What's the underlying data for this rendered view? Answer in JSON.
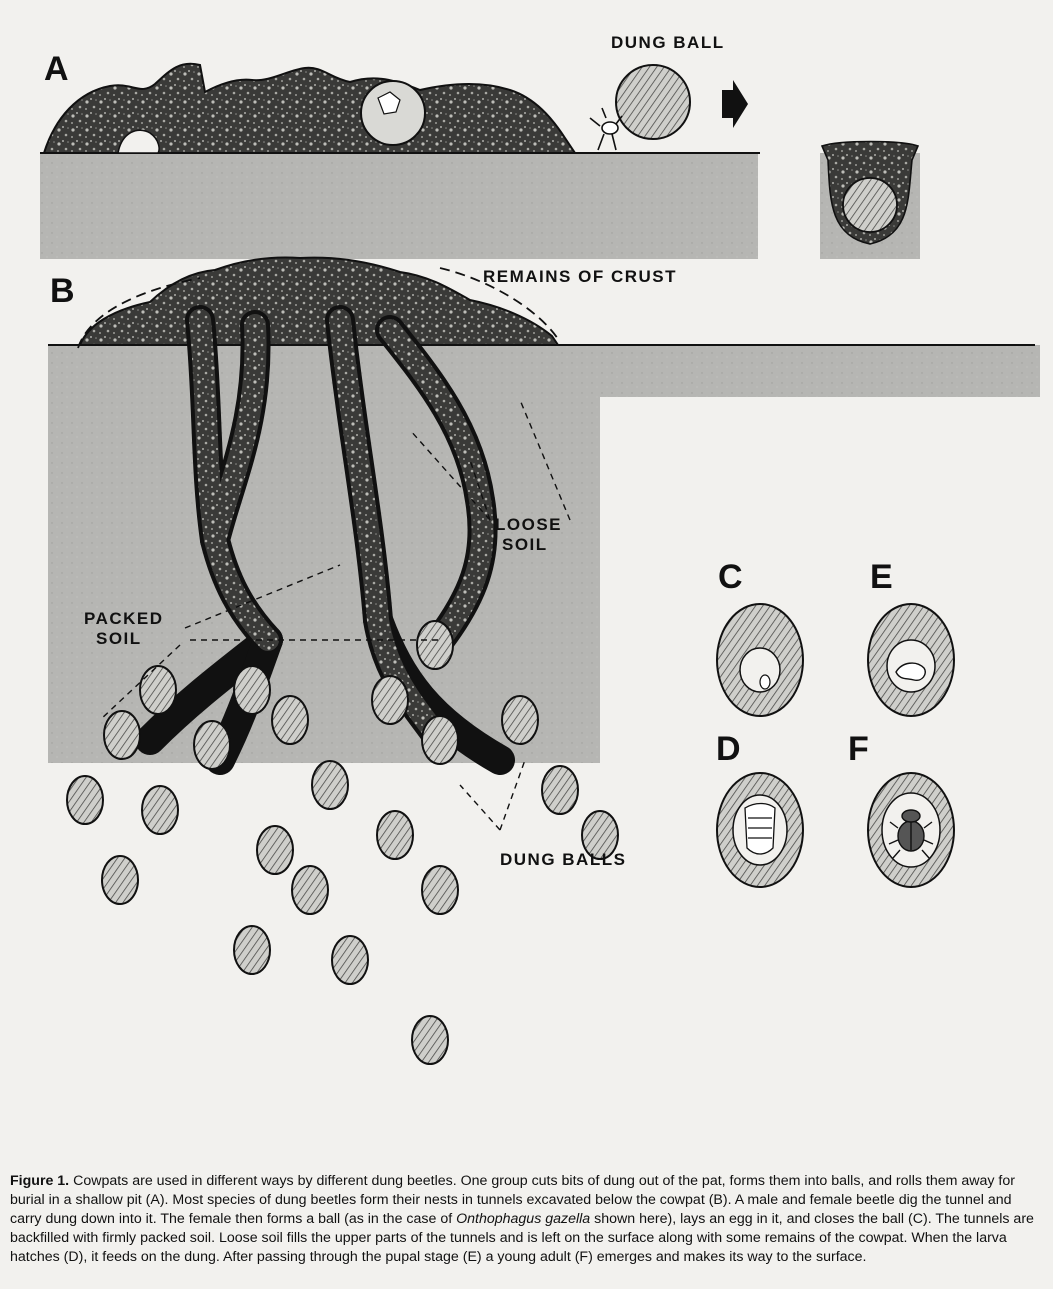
{
  "labels": {
    "panel_a": "A",
    "panel_b": "B",
    "panel_c": "C",
    "panel_d": "D",
    "panel_e": "E",
    "panel_f": "F",
    "dung_ball": "DUNG BALL",
    "remains_of_crust": "REMAINS OF CRUST",
    "loose_soil_1": "LOOSE",
    "loose_soil_2": "SOIL",
    "packed_soil_1": "PACKED",
    "packed_soil_2": "SOIL",
    "dung_balls": "DUNG BALLS"
  },
  "caption": {
    "figure_label": "Figure 1.",
    "text_1": " Cowpats are used in different ways by different dung beetles.  One group cuts bits of dung out of the pat, forms them into balls, and rolls them away for burial in a shallow pit (A). Most species of dung beetles form their nests in tunnels excavated below the cowpat (B). A male and female beetle dig the tunnel and carry dung down into it. The female then forms a ball (as in the case of ",
    "species": "Onthophagus gazella",
    "text_2": " shown here), lays an egg in it, and closes the ball (C). The tunnels are backfilled with firmly packed soil. Loose soil fills the upper parts of the tunnels and is left on the surface along with some remains of the cowpat. When the larva hatches (D), it feeds on the dung. After passing through the pupal stage (E) a young adult (F) emerges and makes its way to the surface."
  },
  "colors": {
    "ink": "#111111",
    "soil_gray": "#b3b3b1",
    "paper": "#f2f1ee"
  }
}
